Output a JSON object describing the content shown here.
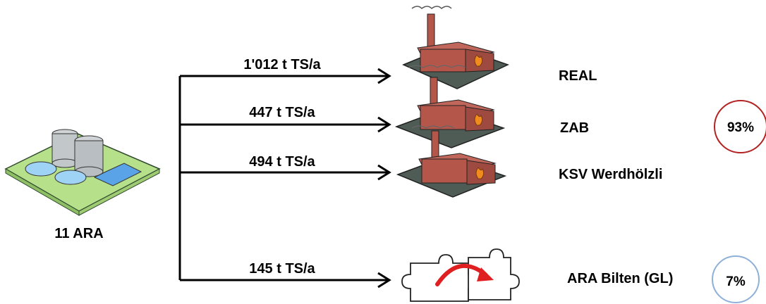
{
  "source": {
    "label": "11 ARA",
    "icon": "wastewater-treatment-plant-icon"
  },
  "flows": [
    {
      "amount": "1'012 t TS/a",
      "destination": "REAL",
      "icon": "factory-icon"
    },
    {
      "amount": "447 t TS/a",
      "destination": "ZAB",
      "icon": "factory-icon"
    },
    {
      "amount": "494 t TS/a",
      "destination": "KSV Werdhölzli",
      "icon": "factory-icon"
    },
    {
      "amount": "145 t TS/a",
      "destination": "ARA Bilten (GL)",
      "icon": "puzzle-transfer-icon"
    }
  ],
  "shares": [
    {
      "value": "93%",
      "color": "#b22222"
    },
    {
      "value": "7%",
      "color": "#8fb0d8"
    }
  ],
  "colors": {
    "factory_brick": "#b5564a",
    "factory_base": "#4f5b55",
    "flame": "#f08c1e",
    "plant_ground": "#b7e08a",
    "water": "#5aa3e6",
    "arrow_red": "#e02020"
  }
}
